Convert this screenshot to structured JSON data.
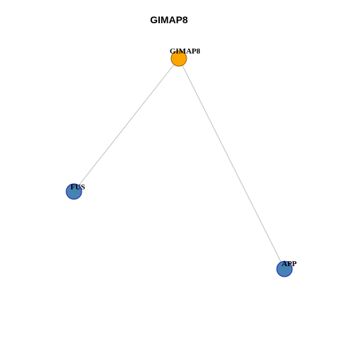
{
  "title": "GIMAP8",
  "graph": {
    "nodes": [
      {
        "id": "GIMAP8",
        "label": "GIMAP8",
        "role": "center",
        "fill": "#FFA500",
        "stroke": "#8B6508"
      },
      {
        "id": "FUS",
        "label": "FUS",
        "role": "neighbor",
        "fill": "#4682B4",
        "stroke": "#1F1FB4"
      },
      {
        "id": "APP",
        "label": "APP",
        "role": "neighbor",
        "fill": "#4682B4",
        "stroke": "#1F1FB4"
      }
    ],
    "edges": [
      {
        "source": "GIMAP8",
        "target": "FUS"
      },
      {
        "source": "GIMAP8",
        "target": "APP"
      }
    ],
    "edge_color": "#BEBEBE"
  }
}
